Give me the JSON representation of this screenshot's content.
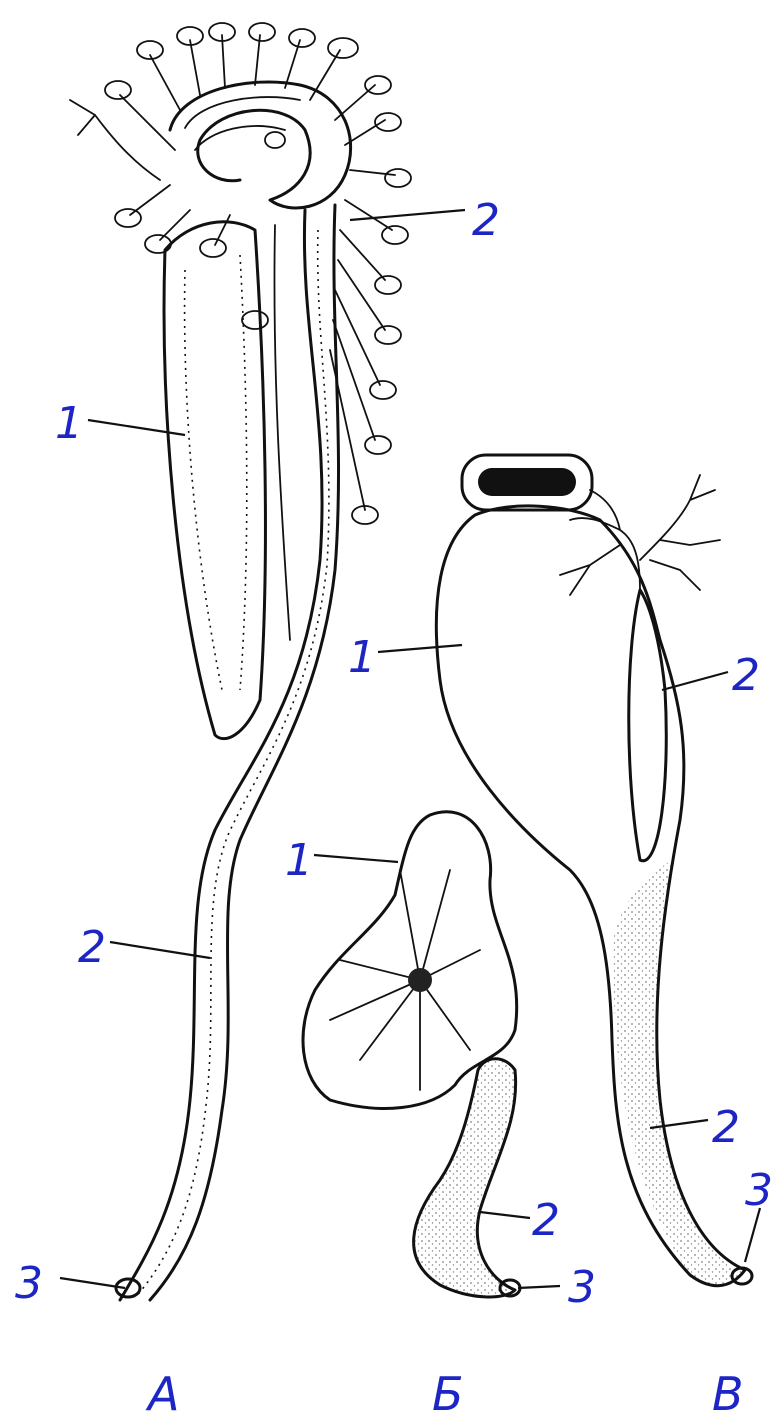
{
  "panels": [
    {
      "caption": "А",
      "labels": {
        "body": "1",
        "stalk_top": "2",
        "stalk": "2",
        "base": "3"
      }
    },
    {
      "caption": "Б",
      "labels": {
        "body": "1",
        "stalk": "2",
        "base": "3"
      }
    },
    {
      "caption": "В",
      "labels": {
        "body": "1",
        "stalk_top": "2",
        "stalk": "2",
        "base": "3"
      }
    }
  ]
}
